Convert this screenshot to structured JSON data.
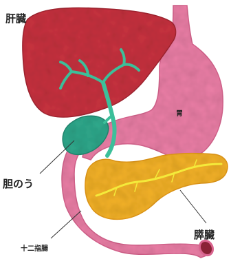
{
  "labels": {
    "liver": "肝臓",
    "stomach": "胃",
    "gallbladder": "胆のう",
    "pancreas": "膵臓",
    "duodenum": "十二指腸"
  },
  "colors": {
    "liver": "#c8323f",
    "stomach": "#ec7fa7",
    "gallbladder": "#2fa98c",
    "bile_duct": "#3cbf9a",
    "pancreas": "#f4b227",
    "pancreatic_duct": "#f4ea3a",
    "duodenum": "#ec7fa7",
    "leader_line": "#333333"
  }
}
